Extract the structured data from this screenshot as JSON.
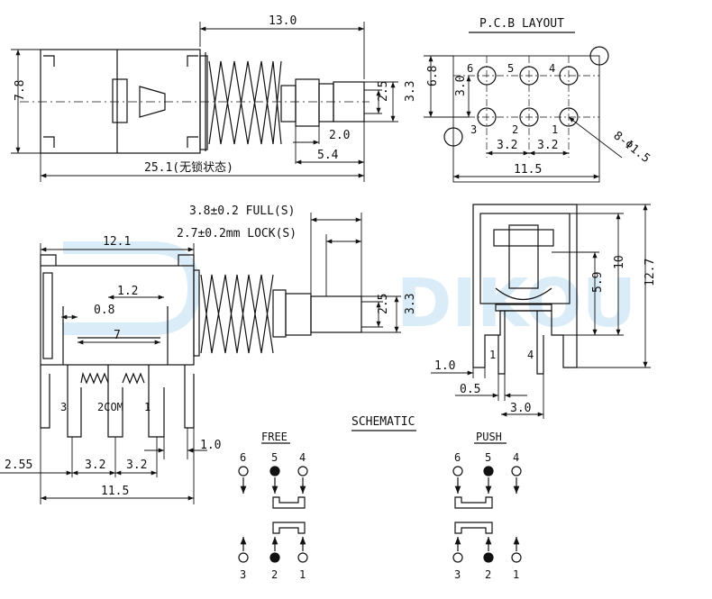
{
  "titles": {
    "pcb_layout": "P.C.B LAYOUT",
    "schematic": "SCHEMATIC",
    "free": "FREE",
    "push": "PUSH"
  },
  "watermark": "DIKOU",
  "colors": {
    "line": "#111111",
    "watermark": "#d9ecf8",
    "background": "#ffffff"
  },
  "top_view": {
    "dim_length": "13.0",
    "dim_height": "7.8",
    "dim_total": "25.1(无锁状态)",
    "dim_stem_outer": "3.3",
    "dim_stem_inner": "2.5",
    "dim_collar": "2.0",
    "dim_stem_len": "5.4"
  },
  "pcb": {
    "pin_top": [
      "6",
      "5",
      "4"
    ],
    "pin_bottom": [
      "3",
      "2",
      "1"
    ],
    "dim_row_height": "6.8",
    "dim_row_gap": "3.0",
    "dim_pitch_left": "3.2",
    "dim_pitch_right": "3.2",
    "dim_width": "11.5",
    "dim_holes": "8-Φ1.5"
  },
  "front_view": {
    "dim_travel_full": "3.8±0.2 FULL(S)",
    "dim_travel_lock": "2.7±0.2mm LOCK(S)",
    "dim_body": "12.1",
    "dim_a": "1.2",
    "dim_b": "0.8",
    "dim_c": "7",
    "dim_stem_outer": "3.3",
    "dim_stem_inner": "2.5",
    "pin_left": "3",
    "pin_com": "2COM",
    "pin_right": "1",
    "dim_pin_w": "1.0",
    "dim_offset": "2.55",
    "dim_pitch_a": "3.2",
    "dim_pitch_b": "3.2",
    "dim_width": "11.5"
  },
  "side_view": {
    "dim_10": "10",
    "dim_12_7": "12.7",
    "dim_5_9": "5.9",
    "dim_1_0": "1.0",
    "dim_0_5": "0.5",
    "dim_3_0": "3.0",
    "pin_1": "1",
    "pin_4": "4"
  },
  "schematic": {
    "free_top": [
      "6",
      "5",
      "4"
    ],
    "free_bottom": [
      "3",
      "2",
      "1"
    ],
    "push_top": [
      "6",
      "5",
      "4"
    ],
    "push_bottom": [
      "3",
      "2",
      "1"
    ]
  }
}
